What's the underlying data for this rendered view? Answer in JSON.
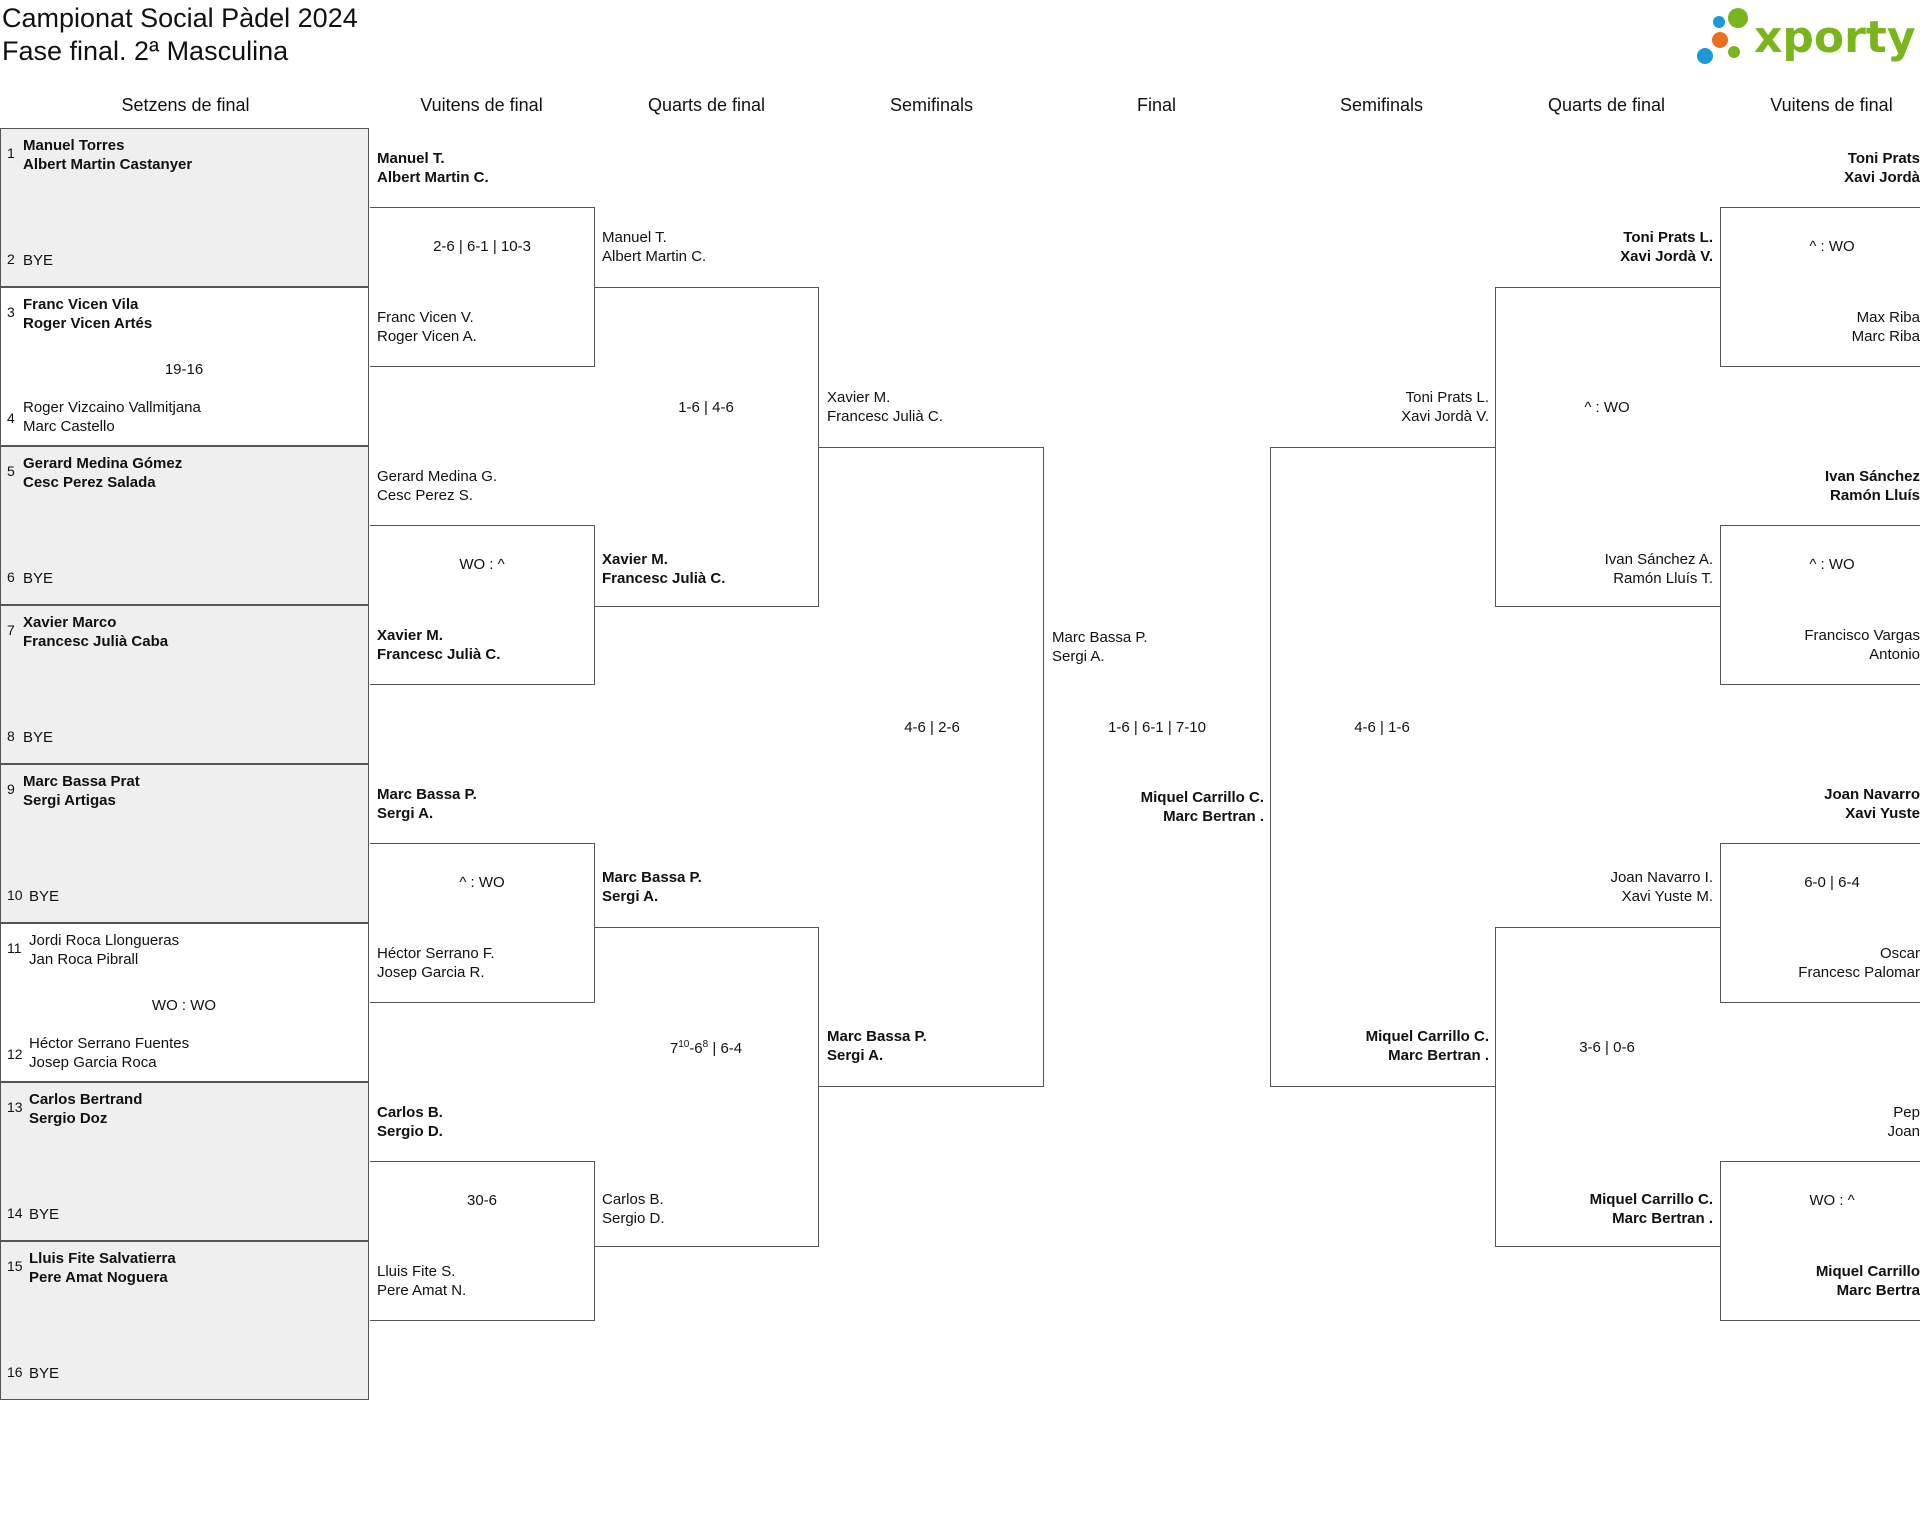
{
  "title": "Campionat Social Pàdel 2024",
  "subtitle": "Fase final. 2ª Masculina",
  "logo_text": "xporty",
  "colors": {
    "logo_green": "#7ab51d",
    "logo_blue": "#1a9ad6",
    "logo_orange": "#e8701f",
    "slot_gray": "#efefef",
    "line": "#555555"
  },
  "rounds": {
    "r32": "Setzens de final",
    "r16": "Vuitens de final",
    "qf": "Quarts de final",
    "sf": "Semifinals",
    "final": "Final",
    "sf_right": "Semifinals",
    "qf_right": "Quarts de final",
    "r16_right": "Vuitens de final"
  },
  "slots": [
    {
      "n": "1",
      "p1": "Manuel Torres",
      "p2": "Albert Martin Castanyer",
      "bold": true
    },
    {
      "n": "2",
      "p1": "BYE",
      "p2": "",
      "bold": false
    },
    {
      "n": "3",
      "p1": "Franc Vicen Vila",
      "p2": "Roger Vicen Artés",
      "bold": true
    },
    {
      "n": "4",
      "p1": "Roger Vizcaino Vallmitjana",
      "p2": "Marc Castello",
      "bold": false
    },
    {
      "n": "5",
      "p1": "Gerard Medina Gómez",
      "p2": "Cesc Perez Salada",
      "bold": true
    },
    {
      "n": "6",
      "p1": "BYE",
      "p2": "",
      "bold": false
    },
    {
      "n": "7",
      "p1": "Xavier Marco",
      "p2": "Francesc Julià Caba",
      "bold": true
    },
    {
      "n": "8",
      "p1": "BYE",
      "p2": "",
      "bold": false
    },
    {
      "n": "9",
      "p1": "Marc Bassa Prat",
      "p2": "Sergi Artigas",
      "bold": true
    },
    {
      "n": "10",
      "p1": "BYE",
      "p2": "",
      "bold": false
    },
    {
      "n": "11",
      "p1": "Jordi Roca Llongueras",
      "p2": "Jan Roca Pibrall",
      "bold": false
    },
    {
      "n": "12",
      "p1": "Héctor Serrano Fuentes",
      "p2": "Josep Garcia Roca",
      "bold": false
    },
    {
      "n": "13",
      "p1": "Carlos Bertrand",
      "p2": "Sergio Doz",
      "bold": true
    },
    {
      "n": "14",
      "p1": "BYE",
      "p2": "",
      "bold": false
    },
    {
      "n": "15",
      "p1": "Lluis Fite Salvatierra",
      "p2": "Pere Amat Noguera",
      "bold": true
    },
    {
      "n": "16",
      "p1": "BYE",
      "p2": "",
      "bold": false
    }
  ],
  "r32_scores": [
    "",
    "19-16",
    "",
    "",
    "",
    "WO : WO",
    "",
    ""
  ],
  "left_r16": {
    "teams": [
      {
        "p1": "Manuel T.",
        "p2": "Albert Martin C.",
        "bold": true
      },
      {
        "p1": "Franc Vicen V.",
        "p2": "Roger Vicen A.",
        "bold": false
      },
      {
        "p1": "Gerard Medina G.",
        "p2": "Cesc Perez S.",
        "bold": false
      },
      {
        "p1": "Xavier M.",
        "p2": "Francesc Julià C.",
        "bold": true
      },
      {
        "p1": "Marc Bassa P.",
        "p2": "Sergi A.",
        "bold": true
      },
      {
        "p1": "Héctor Serrano F.",
        "p2": "Josep Garcia R.",
        "bold": false
      },
      {
        "p1": "Carlos B.",
        "p2": "Sergio D.",
        "bold": true
      },
      {
        "p1": "Lluis Fite S.",
        "p2": "Pere Amat N.",
        "bold": false
      }
    ],
    "scores": [
      "2-6 | 6-1 | 10-3",
      "WO : ^",
      "^ : WO",
      "30-6"
    ]
  },
  "left_qf": {
    "teams": [
      {
        "p1": "Manuel T.",
        "p2": "Albert Martin C.",
        "bold": false
      },
      {
        "p1": "Xavier M.",
        "p2": "Francesc Julià C.",
        "bold": true
      },
      {
        "p1": "Marc Bassa P.",
        "p2": "Sergi A.",
        "bold": true
      },
      {
        "p1": "Carlos B.",
        "p2": "Sergio D.",
        "bold": false
      }
    ],
    "scores": [
      "1-6 | 4-6",
      "7",
      "10",
      "-6",
      "8",
      " | 6-4"
    ]
  },
  "left_sf": {
    "teams": [
      {
        "p1": "Xavier M.",
        "p2": "Francesc Julià C.",
        "bold": false
      },
      {
        "p1": "Marc Bassa P.",
        "p2": "Sergi A.",
        "bold": true
      }
    ],
    "score": "4-6 | 2-6"
  },
  "final": {
    "left": {
      "p1": "Marc Bassa P.",
      "p2": "Sergi A.",
      "bold": false
    },
    "right": {
      "p1": "Miquel Carrillo C.",
      "p2": "Marc Bertran .",
      "bold": true
    },
    "score": "1-6 | 6-1 | 7-10"
  },
  "right_sf": {
    "teams": [
      {
        "p1": "Toni Prats L.",
        "p2": "Xavi Jordà V.",
        "bold": false
      },
      {
        "p1": "Miquel Carrillo C.",
        "p2": "Marc Bertran .",
        "bold": true
      }
    ],
    "score": "4-6 | 1-6"
  },
  "right_qf": {
    "teams": [
      {
        "p1": "Toni Prats L.",
        "p2": "Xavi Jordà V.",
        "bold": true
      },
      {
        "p1": "Ivan Sánchez A.",
        "p2": "Ramón Lluís T.",
        "bold": false
      },
      {
        "p1": "Joan Navarro I.",
        "p2": "Xavi Yuste M.",
        "bold": false
      },
      {
        "p1": "Miquel Carrillo C.",
        "p2": "Marc Bertran .",
        "bold": true
      }
    ],
    "scores": [
      "^ : WO",
      "3-6 | 0-6"
    ]
  },
  "right_r16": {
    "teams": [
      {
        "p1": "Toni Prats",
        "p2": "Xavi Jordà",
        "bold": true
      },
      {
        "p1": "Max Riba",
        "p2": "Marc Riba",
        "bold": false
      },
      {
        "p1": "Ivan Sánchez",
        "p2": "Ramón Lluís",
        "bold": true
      },
      {
        "p1": "Francisco Vargas",
        "p2": "Antonio",
        "bold": false
      },
      {
        "p1": "Joan Navarro",
        "p2": "Xavi Yuste",
        "bold": true
      },
      {
        "p1": "Oscar",
        "p2": "Francesc Palomar",
        "bold": false
      },
      {
        "p1": "Pep",
        "p2": "Joan",
        "bold": false
      },
      {
        "p1": "Miquel Carrillo",
        "p2": "Marc Bertra",
        "bold": true
      }
    ],
    "scores": [
      "^ : WO",
      "^ : WO",
      "6-0 | 6-4",
      "WO : ^"
    ]
  }
}
